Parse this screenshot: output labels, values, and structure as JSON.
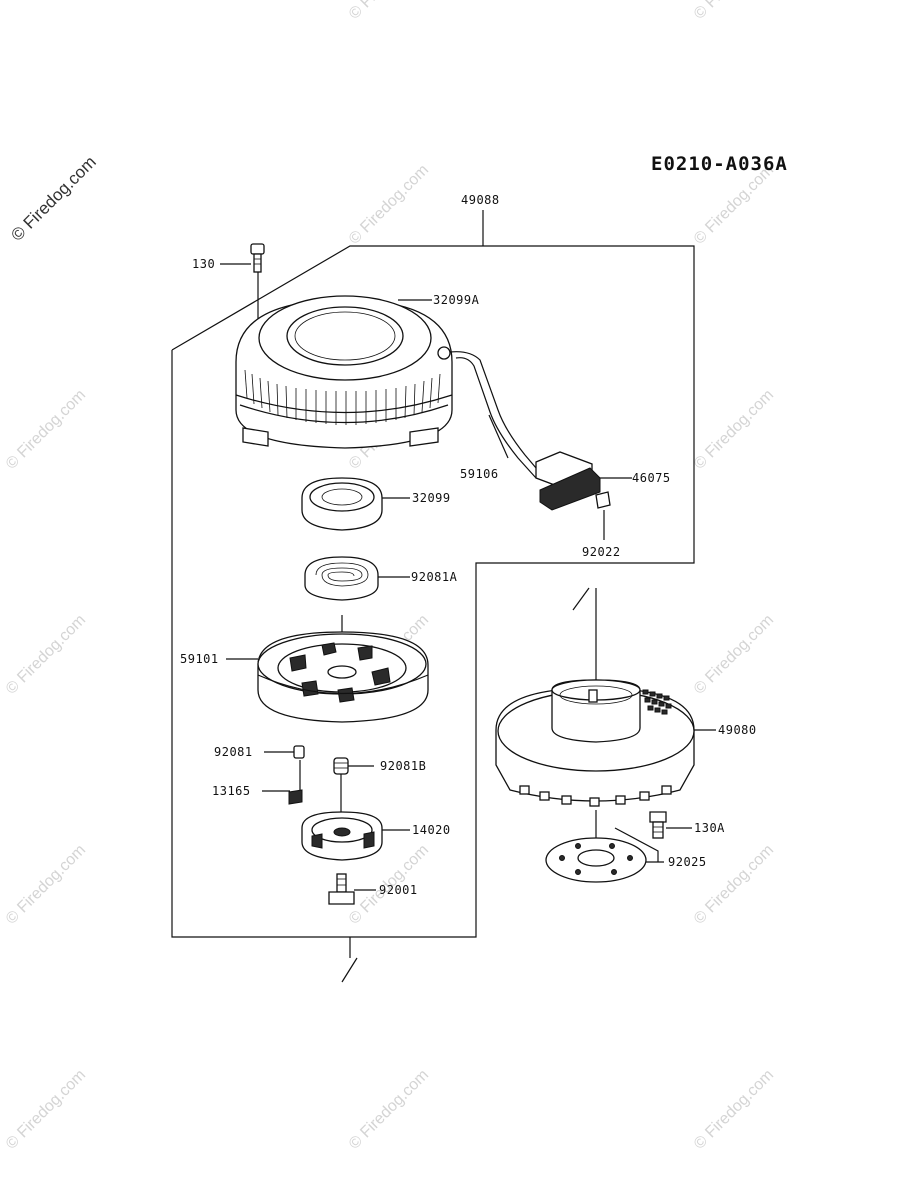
{
  "diagram_code": "E0210-A036A",
  "watermark": {
    "main": "© Firedog.com",
    "repeat": "© Firedog.com"
  },
  "parts": {
    "p49088": "49088",
    "p130": "130",
    "p32099A": "32099A",
    "p59106": "59106",
    "p46075": "46075",
    "p32099": "32099",
    "p92022": "92022",
    "p92081A": "92081A",
    "p59101": "59101",
    "p49080": "49080",
    "p92081": "92081",
    "p92081B": "92081B",
    "p13165": "13165",
    "p14020": "14020",
    "p130A": "130A",
    "p92025": "92025",
    "p92001": "92001"
  }
}
